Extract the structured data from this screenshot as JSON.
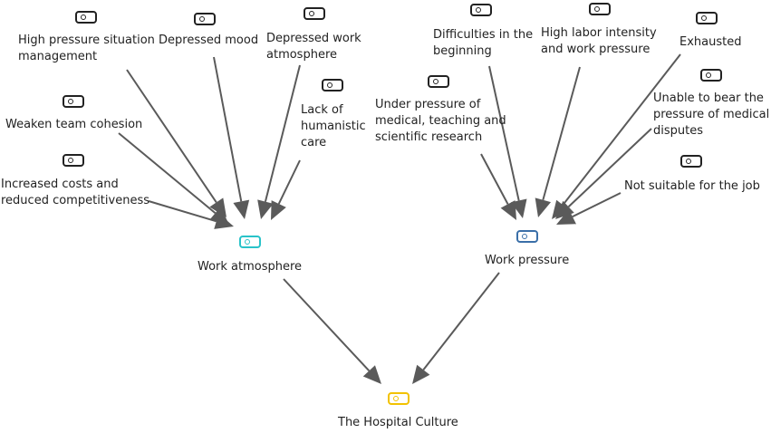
{
  "nodes": [
    {
      "id": "n1",
      "label": "High pressure situation\nmanagement",
      "icon": "tag-icon",
      "color": "#222222"
    },
    {
      "id": "n2",
      "label": "Depressed mood",
      "icon": "tag-icon",
      "color": "#222222"
    },
    {
      "id": "n3",
      "label": "Depressed work\natmosphere",
      "icon": "tag-icon",
      "color": "#222222"
    },
    {
      "id": "n4",
      "label": "Lack of\nhumanistic\ncare",
      "icon": "tag-icon",
      "color": "#222222"
    },
    {
      "id": "n5",
      "label": "Weaken team cohesion",
      "icon": "tag-icon",
      "color": "#222222"
    },
    {
      "id": "n6",
      "label": "Increased costs and\nreduced competitiveness",
      "icon": "tag-icon",
      "color": "#222222"
    },
    {
      "id": "n7",
      "label": "Difficulties in the\nbeginning",
      "icon": "tag-icon",
      "color": "#222222"
    },
    {
      "id": "n8",
      "label": "High labor intensity\nand work pressure",
      "icon": "tag-icon",
      "color": "#222222"
    },
    {
      "id": "n9",
      "label": "Exhausted",
      "icon": "tag-icon",
      "color": "#222222"
    },
    {
      "id": "n10",
      "label": "Under pressure of\nmedical, teaching and\nscientific research",
      "icon": "tag-icon",
      "color": "#222222"
    },
    {
      "id": "n11",
      "label": "Unable to bear the\npressure of medical\ndisputes",
      "icon": "tag-icon",
      "color": "#222222"
    },
    {
      "id": "n12",
      "label": "Not suitable for the job",
      "icon": "tag-icon",
      "color": "#222222"
    },
    {
      "id": "wa",
      "label": "Work atmosphere",
      "icon": "tag-icon",
      "color": "#29c3c9"
    },
    {
      "id": "wp",
      "label": "Work pressure",
      "icon": "tag-icon",
      "color": "#3a6fa8"
    },
    {
      "id": "hc",
      "label": "The Hospital Culture",
      "icon": "tag-icon",
      "color": "#f2c200"
    }
  ],
  "edges": [
    {
      "from": "n1",
      "to": "wa"
    },
    {
      "from": "n2",
      "to": "wa"
    },
    {
      "from": "n3",
      "to": "wa"
    },
    {
      "from": "n4",
      "to": "wa"
    },
    {
      "from": "n5",
      "to": "wa"
    },
    {
      "from": "n6",
      "to": "wa"
    },
    {
      "from": "n7",
      "to": "wp"
    },
    {
      "from": "n8",
      "to": "wp"
    },
    {
      "from": "n9",
      "to": "wp"
    },
    {
      "from": "n10",
      "to": "wp"
    },
    {
      "from": "n11",
      "to": "wp"
    },
    {
      "from": "n12",
      "to": "wp"
    },
    {
      "from": "wa",
      "to": "hc"
    },
    {
      "from": "wp",
      "to": "hc"
    }
  ]
}
